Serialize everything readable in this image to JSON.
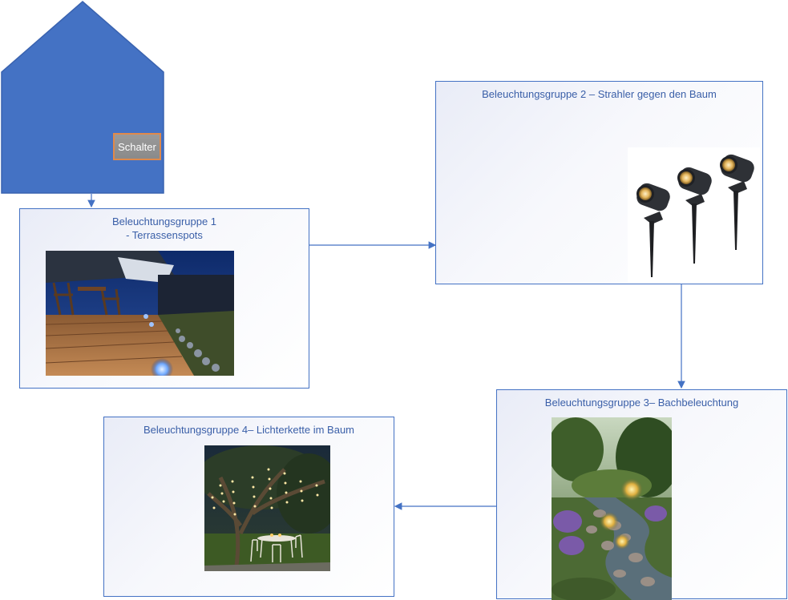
{
  "house": {
    "switch_label": "Schalter",
    "color": "#4472c4"
  },
  "groups": [
    {
      "title_line1": "Beleuchtungsgruppe 1",
      "title_line2": "- Terrassenspots",
      "image": "terrace-deck-spotlights-photo"
    },
    {
      "title": "Beleuchtungsgruppe 2 – Strahler gegen den Baum",
      "image": "garden-spike-spotlights-photo"
    },
    {
      "title": "Beleuchtungsgruppe 3– Bachbeleuchtung",
      "image": "illuminated-stream-garden-photo"
    },
    {
      "title": "Beleuchtungsgruppe 4– Lichterkette im Baum",
      "image": "tree-fairy-lights-photo"
    }
  ],
  "colors": {
    "accent": "#4472c4",
    "title_text": "#3a5fa8",
    "switch_border": "#e0894a"
  }
}
